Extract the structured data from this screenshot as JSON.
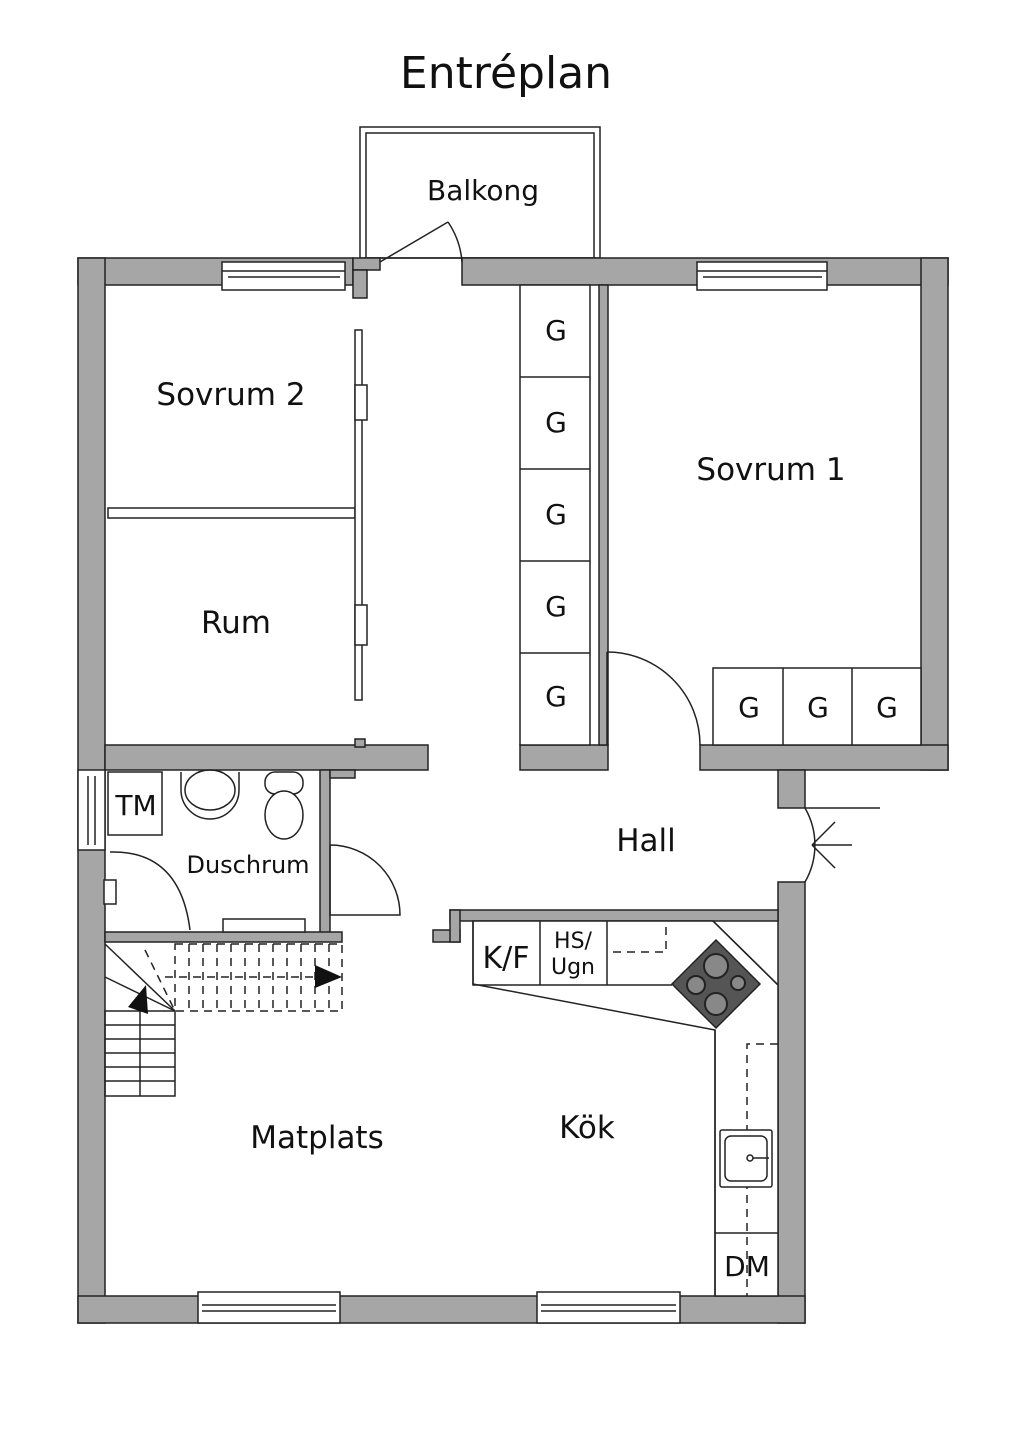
{
  "title": "Entréplan",
  "rooms": {
    "balkong": "Balkong",
    "sovrum2": "Sovrum 2",
    "rum": "Rum",
    "sovrum1": "Sovrum 1",
    "hall": "Hall",
    "duschrum": "Duschrum",
    "matplats": "Matplats",
    "kok": "Kök"
  },
  "fixtures": {
    "wardrobe": "G",
    "tm": "TM",
    "kf": "K/F",
    "hs": "HS/",
    "ugn": "Ugn",
    "dm": "DM"
  },
  "colors": {
    "wall": "#a6a6a6",
    "stove": "#555555"
  }
}
